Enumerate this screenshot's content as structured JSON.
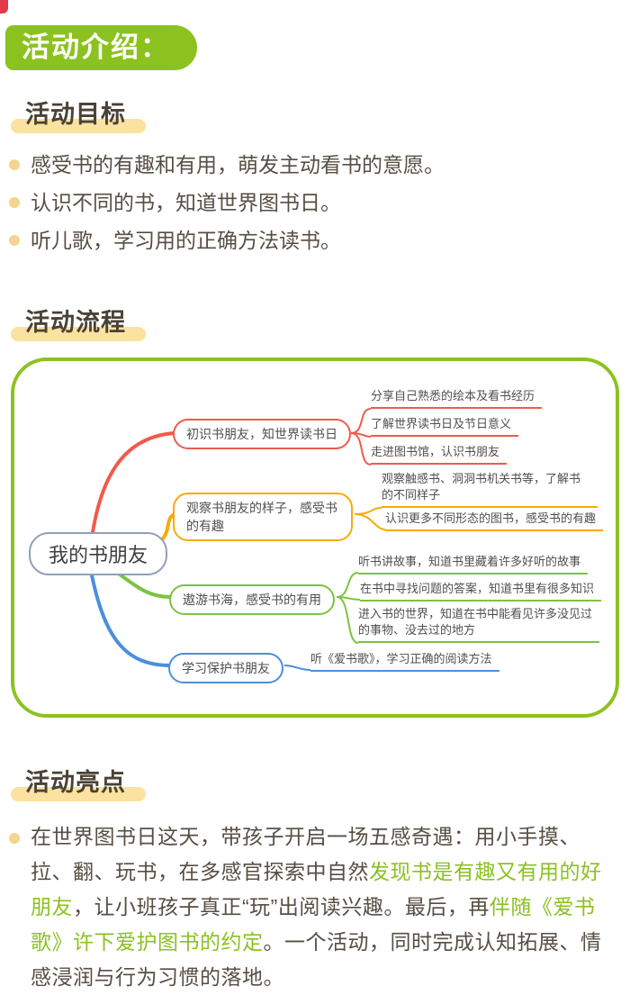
{
  "badge": {
    "label": "活动介绍："
  },
  "goal": {
    "heading": "活动目标",
    "items": [
      "感受书的有趣和有用，萌发主动看书的意愿。",
      "认识不同的书，知道世界图书日。",
      "听儿歌，学习用的正确方法读书。"
    ]
  },
  "flow": {
    "heading": "活动流程",
    "mindmap": {
      "root": "我的书朋友",
      "branches": [
        {
          "label": "初识书朋友，知世界读书日",
          "color": "#f2594c",
          "leaves": [
            "分享自己熟悉的绘本及看书经历",
            "了解世界读书日及节日意义",
            "走进图书馆，认识书朋友"
          ]
        },
        {
          "label": "观察书朋友的样子，感受书的有趣",
          "color": "#f8a90b",
          "leaves": [
            "观察触感书、洞洞书机关书等，了解书的不同样子",
            "认识更多不同形态的图书，感受书的有趣"
          ]
        },
        {
          "label": "遨游书海，感受书的有用",
          "color": "#7dc242",
          "leaves": [
            "听书讲故事，知道书里藏着许多好听的故事",
            "在书中寻找问题的答案，知道书里有很多知识",
            "进入书的世界，知道在书中能看见许多没见过的事物、没去过的地方"
          ]
        },
        {
          "label": "学习保护书朋友",
          "color": "#4b8fdc",
          "leaves": [
            "听《爱书歌》，学习正确的阅读方法"
          ]
        }
      ]
    }
  },
  "highlight": {
    "heading": "活动亮点",
    "segments": {
      "s1": "在世界图书日这天，带孩子开启一场五感奇遇：用小手摸、拉、翻、玩书，在多感官探索中自然",
      "s2": "发现书是有趣又有用的好朋友",
      "s3": "，让小班孩子真正“玩”出阅读兴趣。最后，再",
      "s4": "伴随《爱书歌》许下爱护图书的约定",
      "s5": "。一个活动，同时完成认知拓展、情感浸润与行为习惯的落地。"
    }
  },
  "colors": {
    "accent_green": "#8cc220",
    "highlight_yellow": "#fce2a0",
    "bullet_cream": "#f5d48f",
    "branch_red": "#f2594c",
    "branch_yellow": "#f8a90b",
    "branch_green": "#7dc242",
    "branch_blue": "#4b8fdc",
    "root_border": "#8fa0b6",
    "text_dark": "#574e43",
    "text_green_inline": "#8bc122",
    "corner_red": "#e23b47"
  }
}
